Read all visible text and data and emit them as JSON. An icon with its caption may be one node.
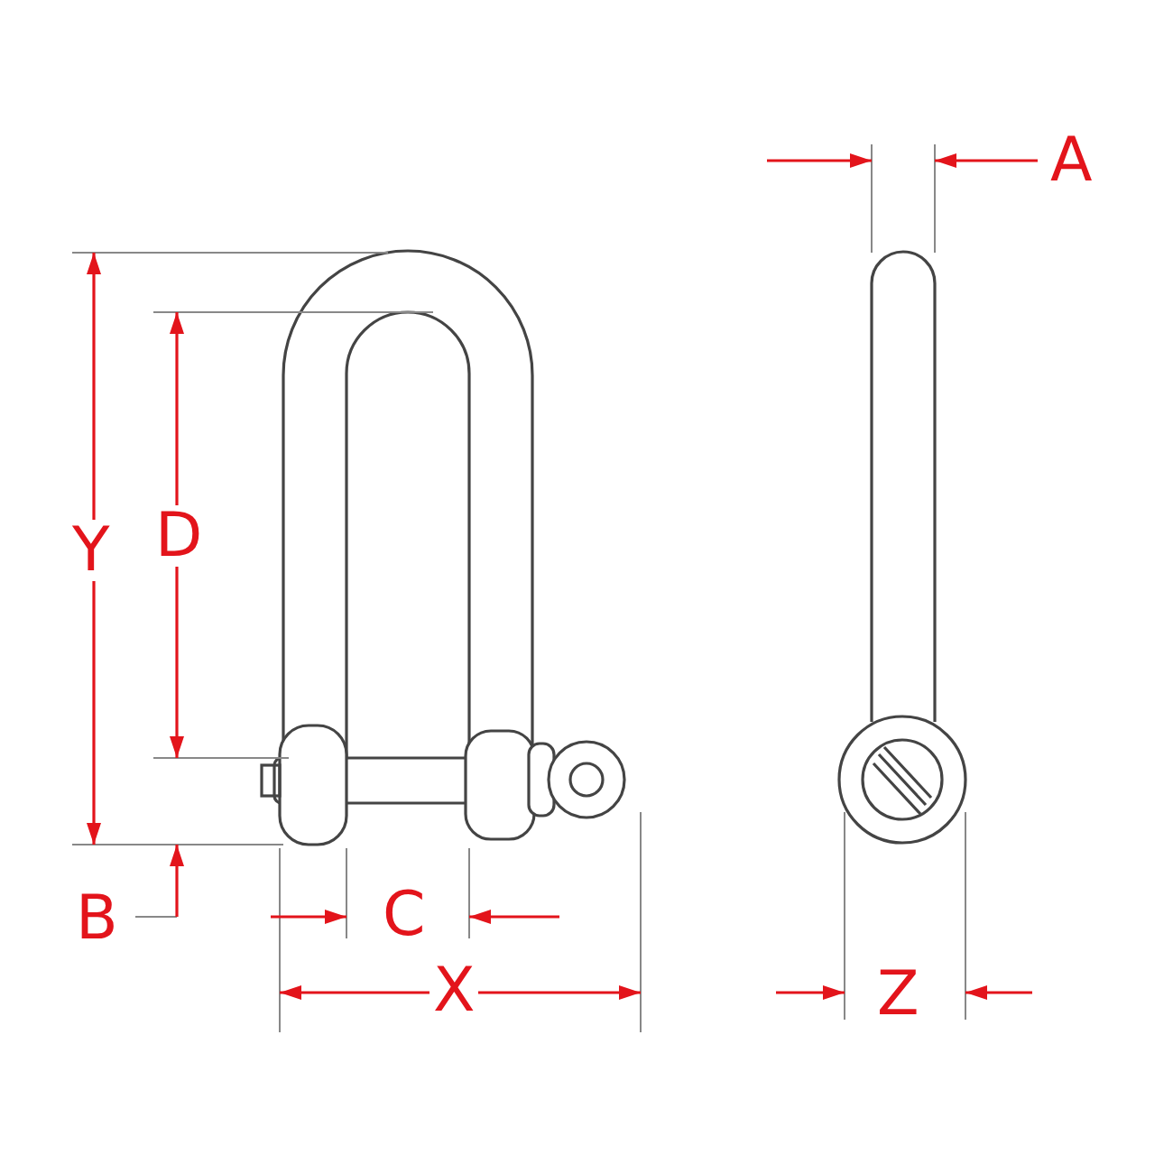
{
  "diagram": {
    "labels": [
      "A",
      "Y",
      "D",
      "B",
      "C",
      "X",
      "Z"
    ]
  }
}
